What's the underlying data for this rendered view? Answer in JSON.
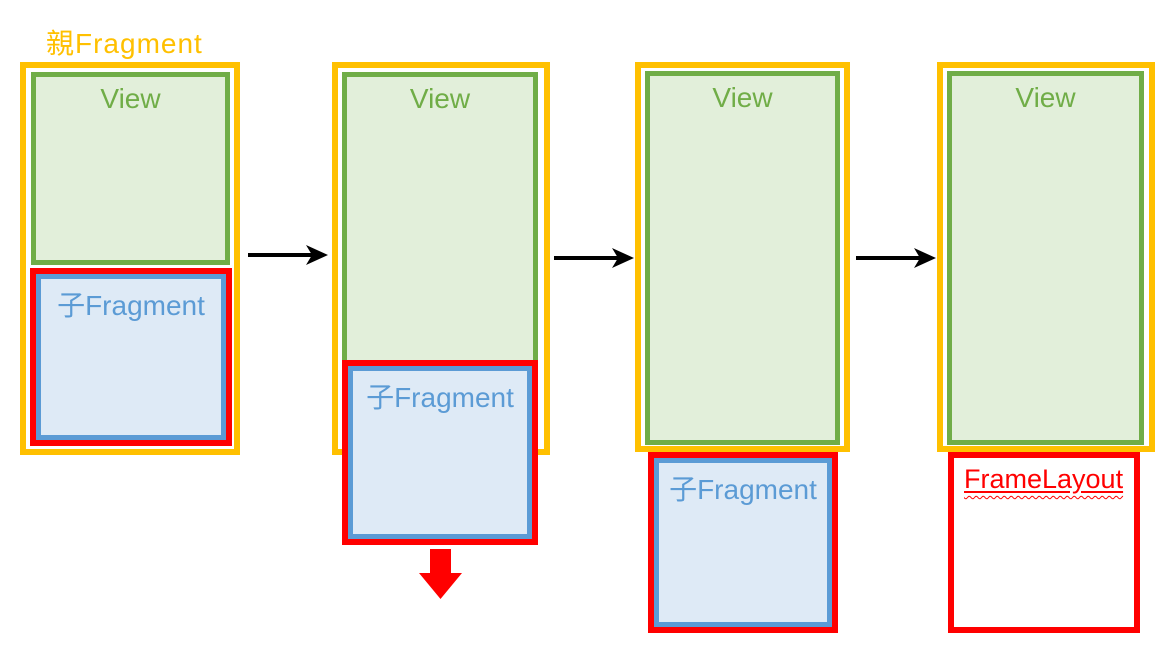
{
  "diagram": {
    "title": "親Fragment",
    "panels": [
      {
        "view_label": "View",
        "child_label": "子Fragment"
      },
      {
        "view_label": "View",
        "child_label": "子Fragment"
      },
      {
        "view_label": "View",
        "child_label": "子Fragment"
      },
      {
        "view_label": "View",
        "frame_label": "FrameLayout"
      }
    ],
    "icons": {
      "flow_arrow": "black-right-arrow",
      "drop_arrow": "red-down-block-arrow"
    },
    "colors": {
      "parent_frame": "#FFC000",
      "view_border": "#70AD47",
      "view_fill": "#E2EFDA",
      "view_text": "#70AD47",
      "child_frame_outer": "#FF0000",
      "child_frame_inner": "#5B9BD5",
      "child_fill": "#DEEAF6",
      "child_text": "#5B9BD5",
      "frame_layout_text": "#FF0000",
      "flow_arrow": "#000000",
      "drop_arrow": "#FF0000"
    }
  }
}
